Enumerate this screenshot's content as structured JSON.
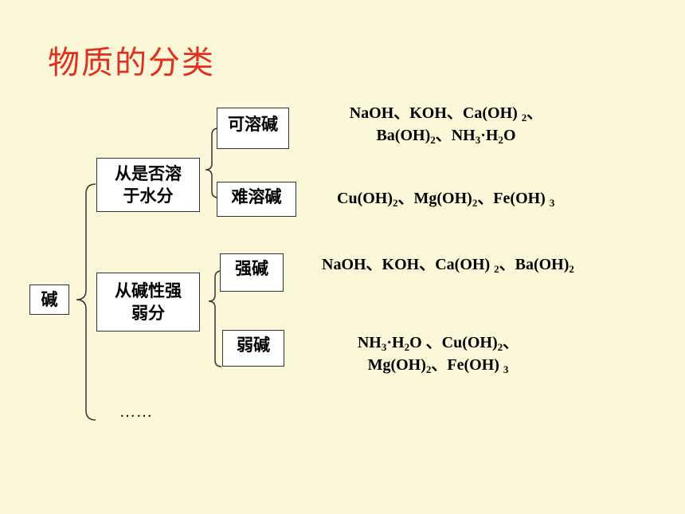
{
  "title": "物质的分类",
  "root": "碱",
  "categories": [
    {
      "label": "从是否溶于水分",
      "line1": "从是否溶",
      "line2": "于水分",
      "children": [
        {
          "label": "可溶碱",
          "formula_line1": "NaOH、KOH、Ca(OH) 2、",
          "formula_line2": "Ba(OH)2、NH3·H2O"
        },
        {
          "label": "难溶碱",
          "formula_line1": "Cu(OH)2、Mg(OH)2、Fe(OH) 3"
        }
      ]
    },
    {
      "label": "从碱性强弱分",
      "line1": "从碱性强",
      "line2": "弱分",
      "children": [
        {
          "label": "强碱",
          "formula_line1": "NaOH、KOH、Ca(OH) 2、Ba(OH)2"
        },
        {
          "label": "弱碱",
          "formula_line1": "NH3·H2O 、Cu(OH)2、",
          "formula_line2": "Mg(OH)2、Fe(OH) 3"
        }
      ]
    }
  ],
  "ellipsis": "……",
  "colors": {
    "title": "#E0301E",
    "background": "#FBF8D9",
    "box_fill": "#FFFFFF",
    "line": "#333333"
  }
}
